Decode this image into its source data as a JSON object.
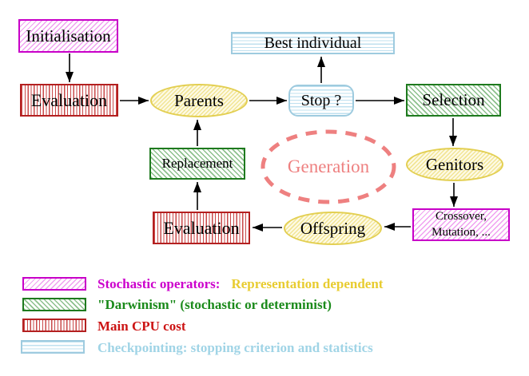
{
  "nodes": {
    "initialisation": "Initialisation",
    "evaluation_top": "Evaluation",
    "parents": "Parents",
    "best_individual": "Best individual",
    "stop": "Stop ?",
    "selection": "Selection",
    "genitors": "Genitors",
    "crossover_line1": "Crossover,",
    "crossover_line2": "Mutation, ...",
    "offspring": "Offspring",
    "evaluation_bottom": "Evaluation",
    "replacement": "Replacement",
    "generation": "Generation"
  },
  "legend": {
    "items": [
      {
        "swatch": "magenta-diagonal-hatch",
        "text": "Stochastic operators:",
        "text2": "Representation dependent"
      },
      {
        "swatch": "green-diagonal-hatch",
        "text": "\"Darwinism\" (stochastic or determinist)"
      },
      {
        "swatch": "red-vertical-stripes",
        "text": "Main CPU cost"
      },
      {
        "swatch": "cyan-horizontal-stripes",
        "text": "Checkpointing: stopping criterion and statistics"
      }
    ]
  },
  "colors": {
    "magenta_border": "#c800c8",
    "red_border": "#b42020",
    "green_border": "#1e7a1e",
    "yellow_border": "#e3cf52",
    "cyan_border": "#9ecbdf",
    "generation_salmon": "#ee8080",
    "legend_gold_text": "#e8cc30",
    "legend_green_text": "#1a8a1a",
    "legend_red_text": "#cc1414",
    "legend_cyan_text": "#a0d4e6",
    "arrow": "#000000"
  }
}
